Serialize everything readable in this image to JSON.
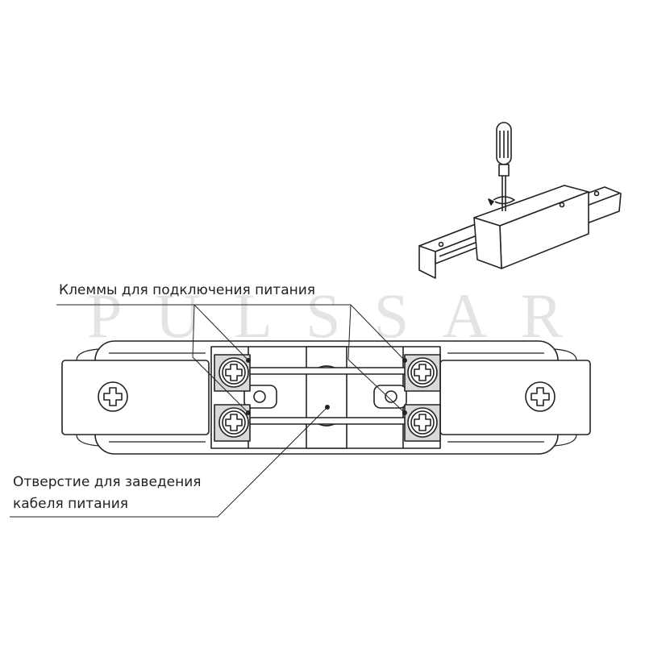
{
  "watermark": {
    "letters": [
      "P",
      "U",
      "L",
      "S",
      "S",
      "A",
      "R"
    ]
  },
  "labels": {
    "terminals": "Клеммы для подключения питания",
    "hole_line1": "Отверстие для заведения",
    "hole_line2": "кабеля питания"
  },
  "colors": {
    "stroke": "#222222",
    "terminal_fill": "#d9d9d9",
    "watermark": "#e4e4e4"
  }
}
